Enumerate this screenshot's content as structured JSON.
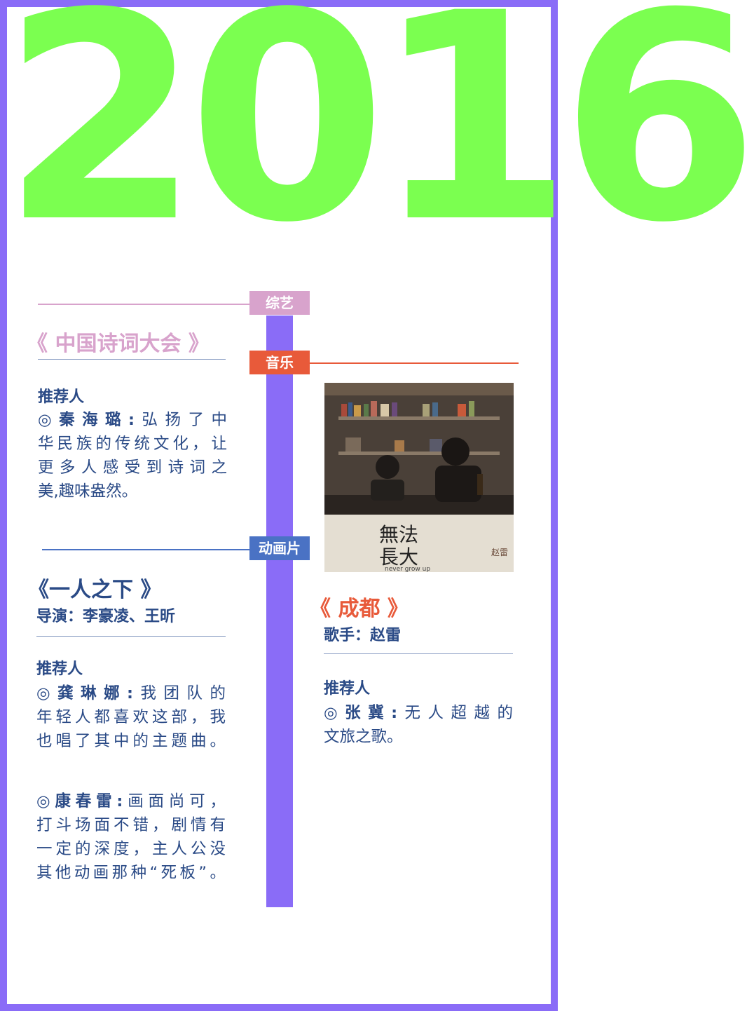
{
  "year": "2016",
  "colors": {
    "frame": "#8a6cf7",
    "year": "#7bff50",
    "variety": "#d8a3cc",
    "music": "#e85a3a",
    "animation": "#4a72c4",
    "text": "#2a4a86"
  },
  "tags": {
    "variety": "综艺",
    "music": "音乐",
    "animation": "动画片"
  },
  "variety": {
    "title": "《 中国诗词大会 》",
    "rec_header": "推荐人",
    "lines": [
      {
        "name": "◎秦海璐:",
        "text": "弘扬了中"
      },
      {
        "text": "华民族的传统文化，让"
      },
      {
        "text": "更多人感受到诗词之"
      },
      {
        "text": "美,趣味盎然。"
      }
    ]
  },
  "animation": {
    "title": "《一人之下 》",
    "director": "导演：李豪凌、王昕",
    "rec_header": "推荐人",
    "rec1": [
      {
        "name": "◎龚琳娜:",
        "text": "我团队的"
      },
      {
        "text": "年轻人都喜欢这部，我"
      },
      {
        "text": "也唱了其中的主题曲。"
      }
    ],
    "rec2": [
      {
        "name": "◎康春雷:",
        "text": "画面尚可，"
      },
      {
        "text": "打斗场面不错，剧情有"
      },
      {
        "text": "一定的深度，主人公没"
      },
      {
        "text": "其他动画那种“死板”。"
      }
    ]
  },
  "music": {
    "title": "《 成都 》",
    "singer": "歌手：赵雷",
    "rec_header": "推荐人",
    "lines": [
      {
        "name": "◎张冀:",
        "text": "无人超越的"
      },
      {
        "text": "文旅之歌。"
      }
    ],
    "cover": {
      "title_line1": "無法",
      "title_line2": "長大",
      "subtitle": "never grow up",
      "artist": "赵雷"
    }
  }
}
